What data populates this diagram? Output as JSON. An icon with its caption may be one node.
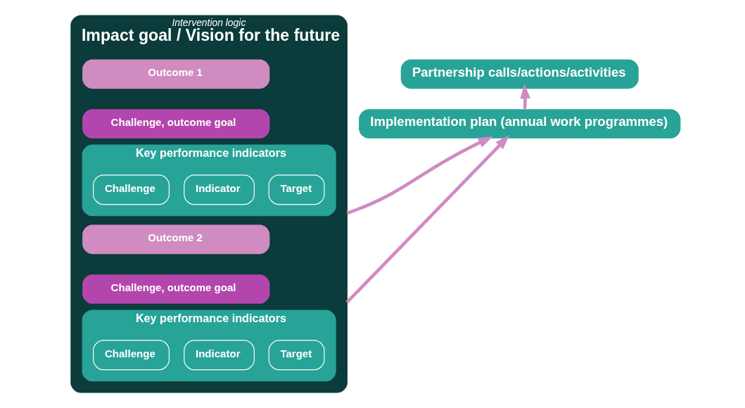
{
  "diagram": {
    "nodes": [
      {
        "text": [
          "Intervention logic",
          "Impact goal / Vision for the future"
        ]
      },
      {
        "text": [
          "Outcome 1"
        ],
        "in": 0
      },
      {
        "text": [
          "Challenge, outcome goal"
        ],
        "in": 0
      },
      {
        "text": [
          "Key performance indicators"
        ],
        "in": 0
      },
      {
        "text": [
          "Challenge"
        ],
        "in": 3
      },
      {
        "text": [
          "Indicator"
        ],
        "in": 3
      },
      {
        "text": [
          "Target"
        ],
        "in": 3
      },
      {
        "text": [
          "Outcome 2"
        ],
        "in": 0
      },
      {
        "text": [
          "Challenge, outcome goal"
        ],
        "in": 0
      },
      {
        "text": [
          "Key performance indicators"
        ],
        "in": 0
      },
      {
        "text": [
          "Challenge"
        ],
        "in": 9
      },
      {
        "text": [
          "Indicator"
        ],
        "in": 9
      },
      {
        "text": [
          "Target"
        ],
        "in": 9
      },
      {
        "text": [
          "Partnership calls/actions/activities"
        ]
      },
      {
        "text": [
          "Implementation plan (annual work programmes)"
        ]
      }
    ],
    "edges": [
      {
        "from": 0,
        "to": 14,
        "arrow": "to"
      },
      {
        "from": 0,
        "to": 14,
        "arrow": "to"
      },
      {
        "from": 14,
        "to": 13,
        "arrow": "to"
      }
    ]
  }
}
